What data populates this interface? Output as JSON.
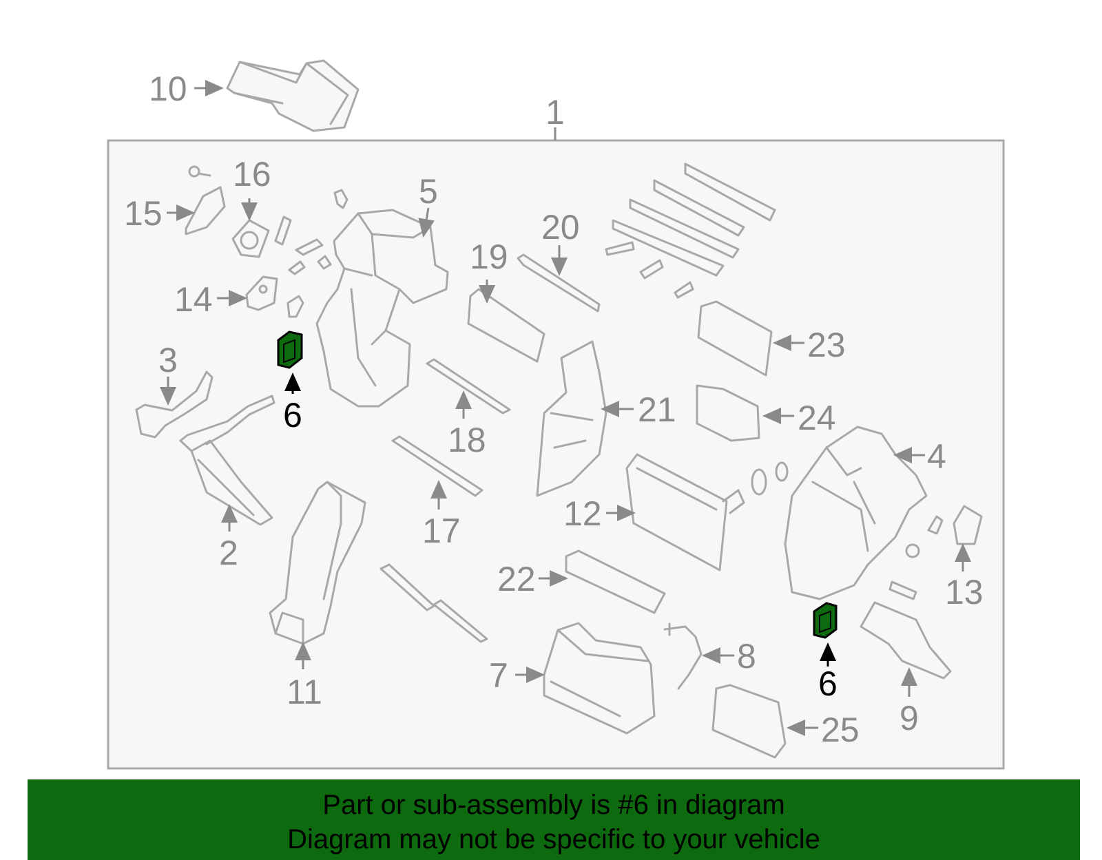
{
  "diagram": {
    "callouts": [
      "1",
      "2",
      "3",
      "4",
      "5",
      "6",
      "6",
      "7",
      "8",
      "9",
      "10",
      "11",
      "12",
      "13",
      "14",
      "15",
      "16",
      "17",
      "18",
      "19",
      "20",
      "21",
      "22",
      "23",
      "24",
      "25"
    ],
    "highlighted_part": "6",
    "highlight_color": "#0e6a0e",
    "frame_color": "#a8a8a8",
    "background_color": "#f7f7f7"
  },
  "banner": {
    "line1": "Part or sub-assembly is #6 in diagram",
    "line2": "Diagram may not be specific to your vehicle",
    "background": "#0e6a0e"
  }
}
